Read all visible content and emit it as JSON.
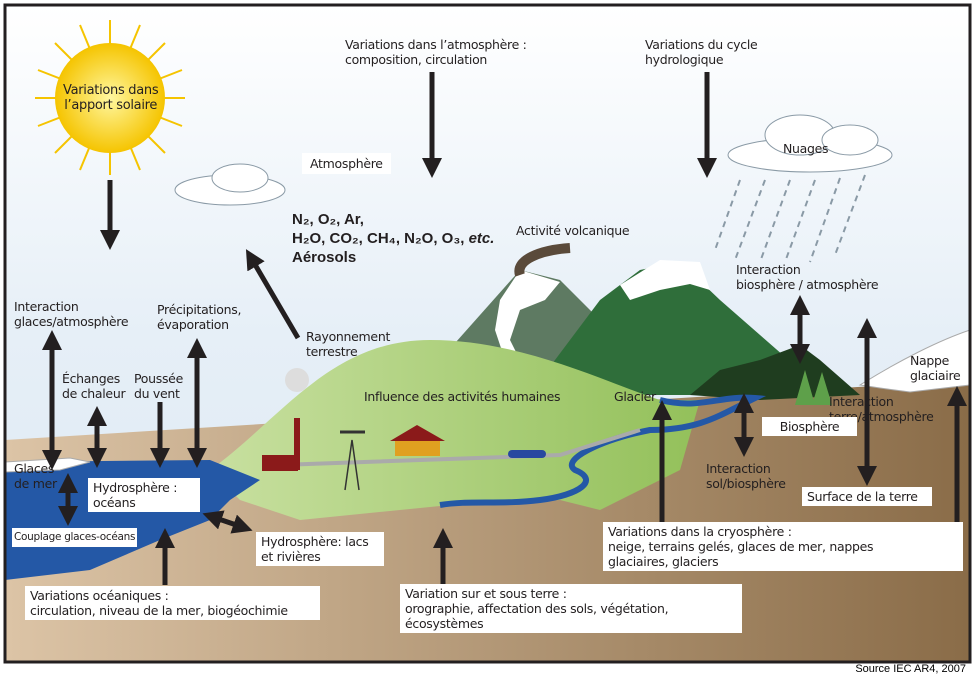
{
  "sun": {
    "label": [
      "Variations dans",
      "l’apport solaire"
    ]
  },
  "atmosphere_variations": [
    "Variations dans l’atmosphère :",
    "composition, circulation"
  ],
  "hydrologic_variations": [
    "Variations du cycle",
    "hydrologique"
  ],
  "atmosphere_label": "Atmosphère",
  "gases": {
    "line1": "N₂, O₂,  Ar,",
    "line2_plain": "H₂O, CO₂, CH₄, N₂O, O₃, ",
    "line2_italic": "etc.",
    "line3": "Aérosols"
  },
  "clouds_label": "Nuages",
  "volcanic": "Activité volcanique",
  "terrestrial_radiation": [
    "Rayonnement",
    "terrestre"
  ],
  "human_influence": "Influence des activités humaines",
  "glacier": "Glacier",
  "ice_atmosphere": [
    "Interaction",
    "glaces/atmosphère"
  ],
  "precipitation": [
    "Précipitations,",
    "évaporation"
  ],
  "heat_exchange": [
    "Échanges",
    "de chaleur"
  ],
  "wind_stress": [
    "Poussée",
    "du vent"
  ],
  "sea_ice": [
    "Glaces",
    "de mer"
  ],
  "hydrosphere_oceans": [
    "Hydrosphère :",
    "océans"
  ],
  "ice_ocean_coupling": "Couplage glaces-océans",
  "hydrosphere_lakes": [
    "Hydrosphère: lacs",
    "et rivières"
  ],
  "ocean_variations": [
    "Variations océaniques :",
    "circulation, niveau de la mer, biogéochimie"
  ],
  "land_variations": [
    "Variation sur et sous terre :",
    "orographie, affectation des sols, végétation,",
    "écosystèmes"
  ],
  "cryosphere_variations": [
    "Variations dans la cryosphère :",
    "neige, terrains gelés, glaces de mer,  nappes",
    "glaciaires, glaciers"
  ],
  "biosphere_atmosphere": [
    "Interaction",
    "biosphère / atmosphère"
  ],
  "land_atmosphere": [
    "Interaction",
    "terre/atmosphère"
  ],
  "biosphere": "Biosphère",
  "soil_biosphere": [
    "Interaction",
    "sol/biosphère"
  ],
  "land_surface": "Surface de la terre",
  "ice_sheet": [
    "Nappe",
    "glaciaire"
  ],
  "source": "Source IEC AR4, 2007",
  "colors": {
    "ocean": "#2458a6",
    "ground": "#a88866",
    "hill": "#a6c86a",
    "mountain": "#2f6e3a",
    "sun": "#f5c400",
    "arrow": "#231f20"
  }
}
